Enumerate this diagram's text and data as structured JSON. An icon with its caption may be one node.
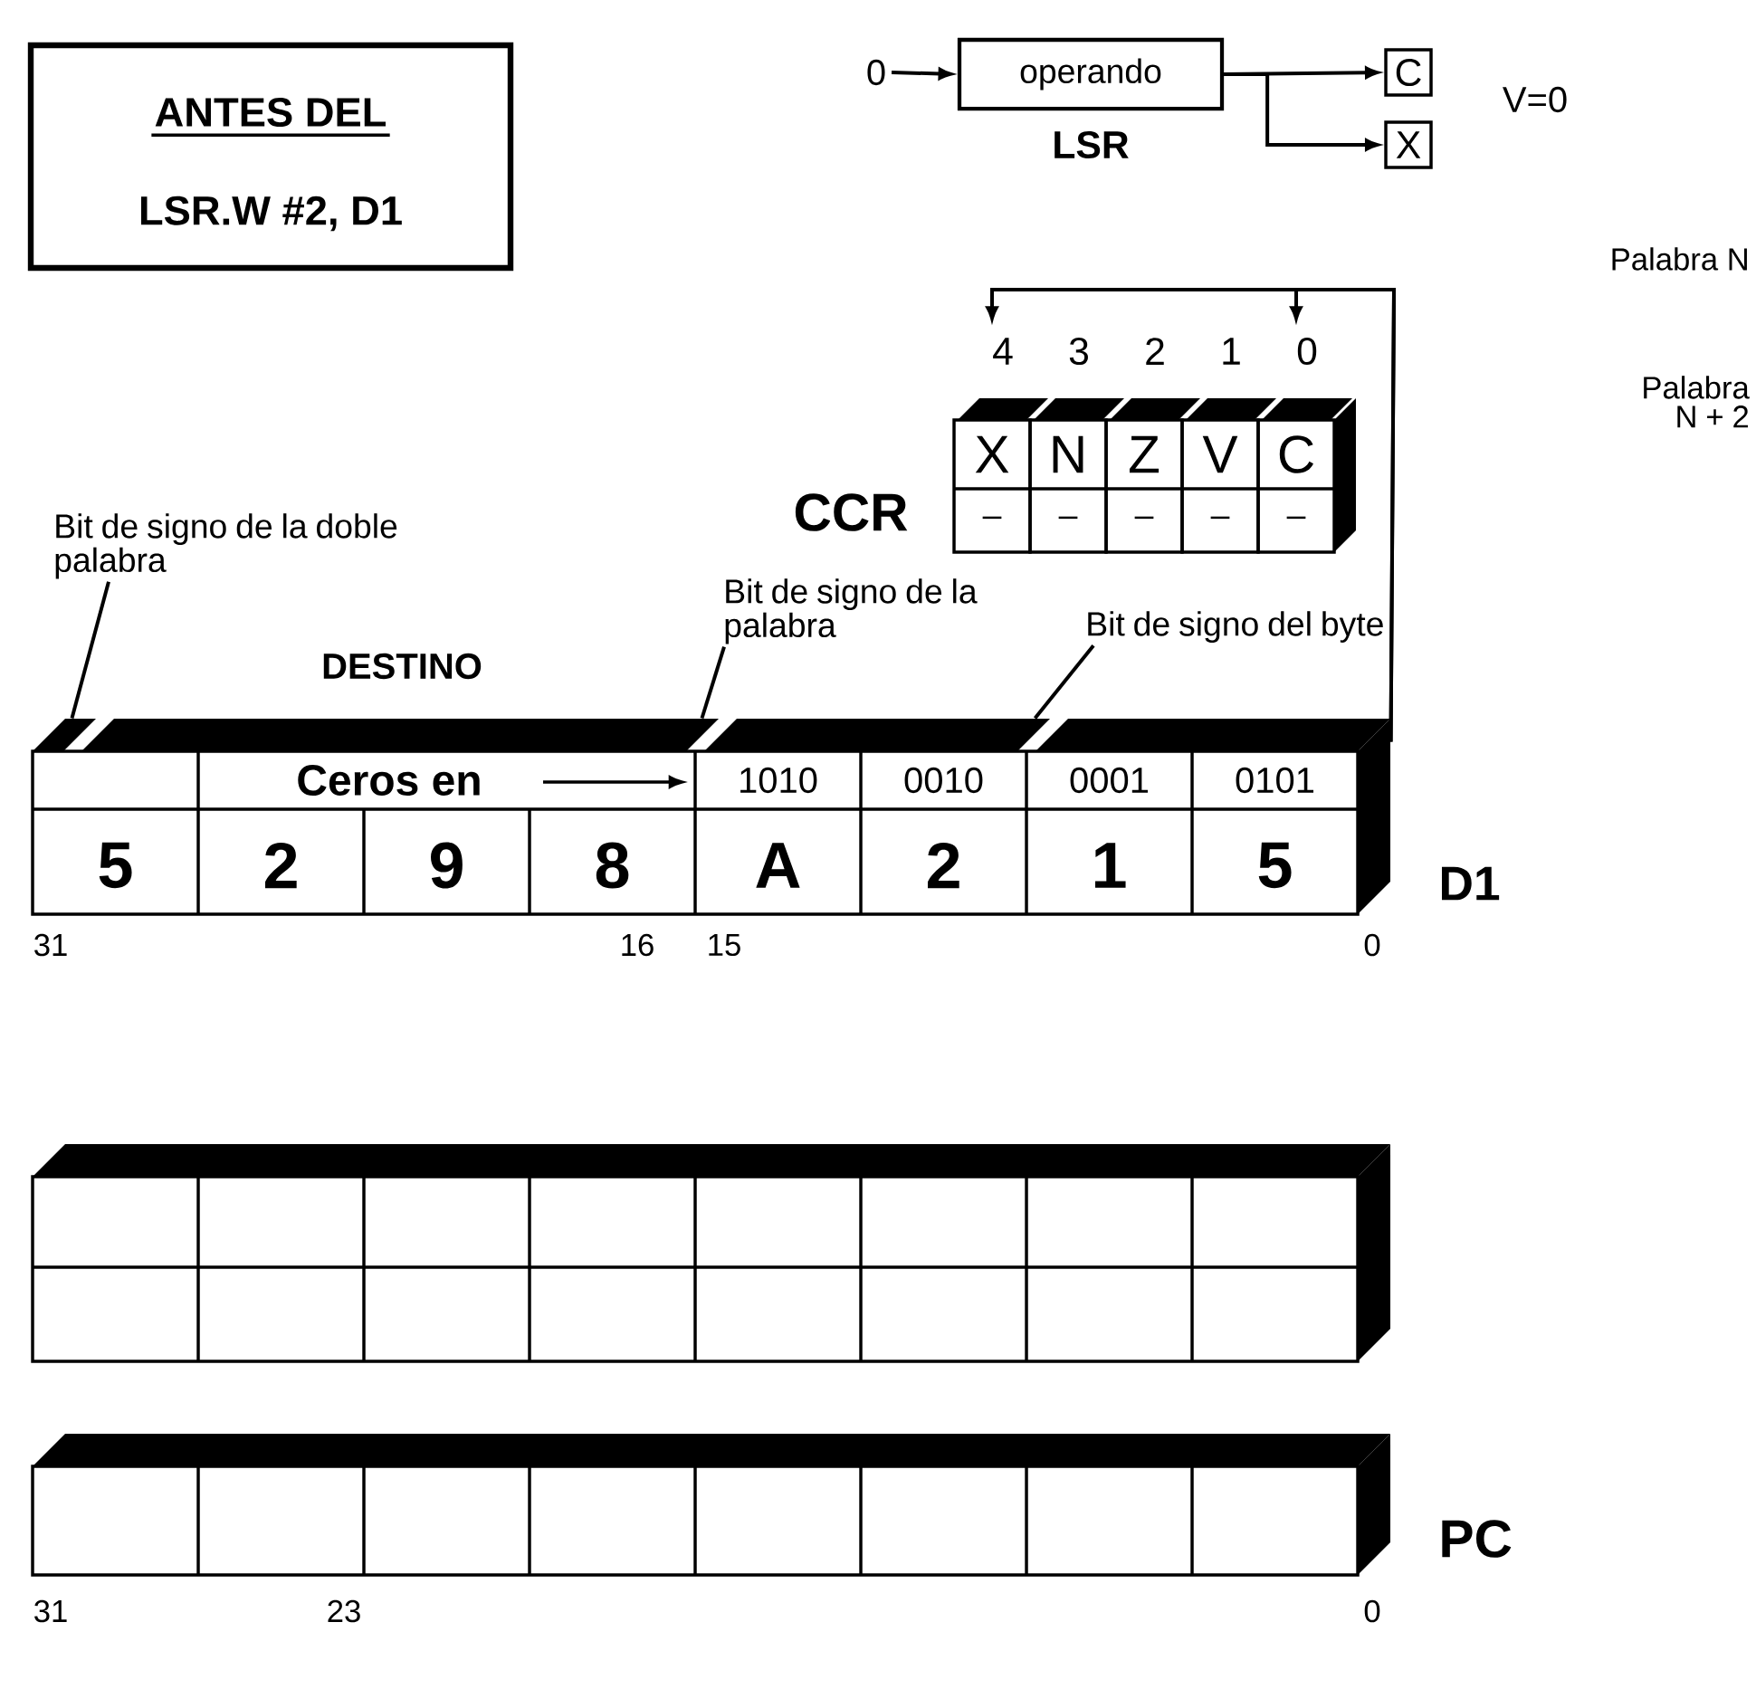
{
  "diagram": {
    "nodes": [
      {
        "text": [
          "ANTES DEL",
          "LSR.W #2, D1"
        ]
      },
      {
        "text": [
          "0"
        ]
      },
      {
        "text": [
          "operando"
        ],
        "beside": [
          "LSR"
        ]
      },
      {
        "text": [
          "C"
        ]
      },
      {
        "text": [
          "X"
        ]
      },
      {
        "text": [
          "4",
          "X",
          "–"
        ]
      },
      {
        "text": [
          "3",
          "N",
          "–"
        ]
      },
      {
        "text": [
          "2",
          "Z",
          "–"
        ]
      },
      {
        "text": [
          "1",
          "V",
          "–"
        ]
      },
      {
        "text": [
          "0",
          "C",
          "–"
        ]
      },
      {
        "text": [
          "Bit de signo de la doble palabra"
        ]
      },
      {
        "text": [
          "Bit de signo de la palabra"
        ]
      },
      {
        "text": [
          "Bit de signo del byte"
        ]
      },
      {
        "text": [
          "DESTINO",
          "D1"
        ],
        "beside": [
          "31",
          "16",
          "15",
          "0"
        ]
      },
      {
        "text": [],
        "shape": "box"
      },
      {
        "text": [
          "PC"
        ],
        "beside": [
          "31",
          "23",
          "0"
        ]
      }
    ],
    "edges": [
      {
        "from": 1,
        "to": 2,
        "arrow": "to"
      },
      {
        "from": 2,
        "to": 3,
        "arrow": "to"
      },
      {
        "from": 2,
        "to": 4,
        "arrow": "to"
      },
      {
        "from": 13,
        "to": 5,
        "arrow": "to"
      },
      {
        "from": 13,
        "to": 9,
        "arrow": "to"
      },
      {
        "from": 10,
        "to": 13,
        "arrow": "none"
      },
      {
        "from": 11,
        "to": 13,
        "arrow": "none"
      },
      {
        "from": 12,
        "to": 13,
        "arrow": "none"
      }
    ],
    "labels": [
      "V=0",
      "Palabra N",
      "Palabra N + 2",
      "CCR",
      "Ceros en",
      "1010",
      "0010",
      "0001",
      "0101",
      "5",
      "2",
      "9",
      "8",
      "A",
      "2",
      "1",
      "5"
    ]
  }
}
